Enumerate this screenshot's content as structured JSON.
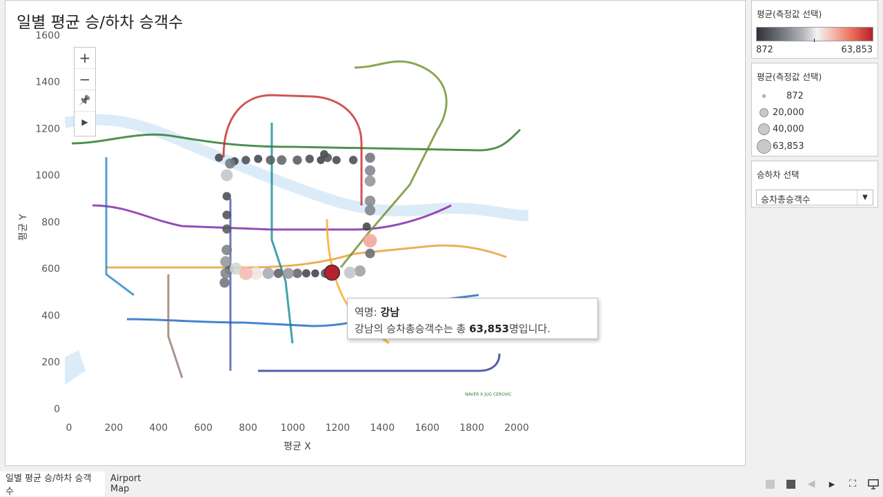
{
  "title": "일별 평균 승/하차 승객수",
  "map_controls": {
    "zoom_in": "+",
    "zoom_out": "−",
    "pin": "📌",
    "play": "▶"
  },
  "chart_data": {
    "type": "scatter",
    "title": "일별 평균 승/하차 승객수",
    "xlabel": "평균 X",
    "ylabel": "평균 Y",
    "xlim": [
      0,
      2000
    ],
    "ylim": [
      0,
      1650
    ],
    "x_ticks": [
      "0",
      "200",
      "400",
      "600",
      "800",
      "1000",
      "1200",
      "1400",
      "1600",
      "1800",
      "2000"
    ],
    "y_ticks": [
      "0",
      "200",
      "400",
      "600",
      "800",
      "1000",
      "1200",
      "1400",
      "1600"
    ],
    "color_range": [
      872,
      63853
    ],
    "points": [
      {
        "x": 705,
        "y": 1000,
        "v": 28000
      },
      {
        "x": 720,
        "y": 1050,
        "v": 15000
      },
      {
        "x": 670,
        "y": 1075,
        "v": 5000
      },
      {
        "x": 740,
        "y": 1060,
        "v": 4000
      },
      {
        "x": 790,
        "y": 1065,
        "v": 6000
      },
      {
        "x": 845,
        "y": 1070,
        "v": 5000
      },
      {
        "x": 900,
        "y": 1065,
        "v": 9000
      },
      {
        "x": 950,
        "y": 1065,
        "v": 11000
      },
      {
        "x": 1020,
        "y": 1065,
        "v": 9000
      },
      {
        "x": 1075,
        "y": 1070,
        "v": 6000
      },
      {
        "x": 1125,
        "y": 1065,
        "v": 4000
      },
      {
        "x": 1195,
        "y": 1065,
        "v": 5000
      },
      {
        "x": 1270,
        "y": 1065,
        "v": 6000
      },
      {
        "x": 1345,
        "y": 1075,
        "v": 14000
      },
      {
        "x": 1345,
        "y": 1020,
        "v": 17000
      },
      {
        "x": 1345,
        "y": 975,
        "v": 20000
      },
      {
        "x": 1345,
        "y": 890,
        "v": 18000
      },
      {
        "x": 1345,
        "y": 850,
        "v": 17000
      },
      {
        "x": 1345,
        "y": 720,
        "v": 45000
      },
      {
        "x": 1345,
        "y": 665,
        "v": 12000
      },
      {
        "x": 1330,
        "y": 780,
        "v": 5000
      },
      {
        "x": 705,
        "y": 910,
        "v": 6000
      },
      {
        "x": 705,
        "y": 830,
        "v": 7000
      },
      {
        "x": 705,
        "y": 770,
        "v": 9000
      },
      {
        "x": 705,
        "y": 680,
        "v": 16000
      },
      {
        "x": 700,
        "y": 630,
        "v": 20000
      },
      {
        "x": 700,
        "y": 580,
        "v": 17000
      },
      {
        "x": 695,
        "y": 540,
        "v": 14000
      },
      {
        "x": 715,
        "y": 595,
        "v": 8000
      },
      {
        "x": 745,
        "y": 600,
        "v": 30000
      },
      {
        "x": 790,
        "y": 580,
        "v": 42000
      },
      {
        "x": 835,
        "y": 580,
        "v": 36000
      },
      {
        "x": 890,
        "y": 580,
        "v": 24000
      },
      {
        "x": 935,
        "y": 580,
        "v": 10000
      },
      {
        "x": 980,
        "y": 580,
        "v": 20000
      },
      {
        "x": 1020,
        "y": 580,
        "v": 11000
      },
      {
        "x": 1060,
        "y": 580,
        "v": 5000
      },
      {
        "x": 1100,
        "y": 580,
        "v": 4000
      },
      {
        "x": 1145,
        "y": 580,
        "v": 8000
      },
      {
        "x": 1175,
        "y": 583,
        "v": 63853
      },
      {
        "x": 1255,
        "y": 583,
        "v": 28000
      },
      {
        "x": 1300,
        "y": 590,
        "v": 22000
      },
      {
        "x": 1140,
        "y": 1090,
        "v": 5000
      },
      {
        "x": 1155,
        "y": 1075,
        "v": 7000
      }
    ]
  },
  "tooltip": {
    "line1_prefix": "역명: ",
    "station": "강남",
    "line2_prefix": "강남의 승차총승객수는 총 ",
    "value": "63,853",
    "line2_suffix": "명입니다."
  },
  "legend_color": {
    "title": "평균(측정값 선택)",
    "min": "872",
    "max": "63,853"
  },
  "legend_size": {
    "title": "평균(측정값 선택)",
    "items": [
      {
        "label": "872",
        "value": 872
      },
      {
        "label": "20,000",
        "value": 20000
      },
      {
        "label": "40,000",
        "value": 40000
      },
      {
        "label": "63,853",
        "value": 63853
      }
    ]
  },
  "filter": {
    "title": "승하차 선택",
    "selected": "승차총승객수"
  },
  "tabs": [
    {
      "label": "일별 평균 승/하차 승객수",
      "active": true
    },
    {
      "label": "Airport Map",
      "active": false
    }
  ]
}
